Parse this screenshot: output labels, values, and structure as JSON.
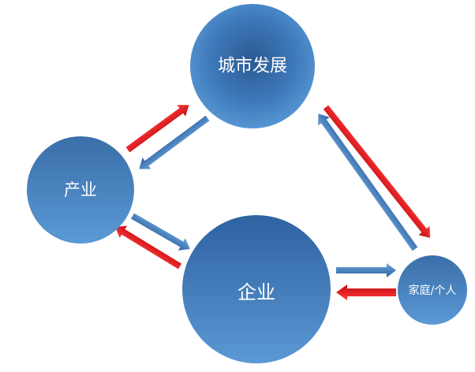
{
  "nodes": {
    "city": {
      "label": "城市发展"
    },
    "industry": {
      "label": "产业"
    },
    "enterprise": {
      "label": "企业"
    },
    "household": {
      "label": "家庭/个人"
    }
  },
  "colors": {
    "circle_highlight": "#5a9ad6",
    "circle_shadow": "#2e62a0",
    "arrow_red": "#e8141b",
    "arrow_red_dark": "#b80a10",
    "arrow_blue": "#4a86c6",
    "arrow_blue_dark": "#2f5f99"
  }
}
